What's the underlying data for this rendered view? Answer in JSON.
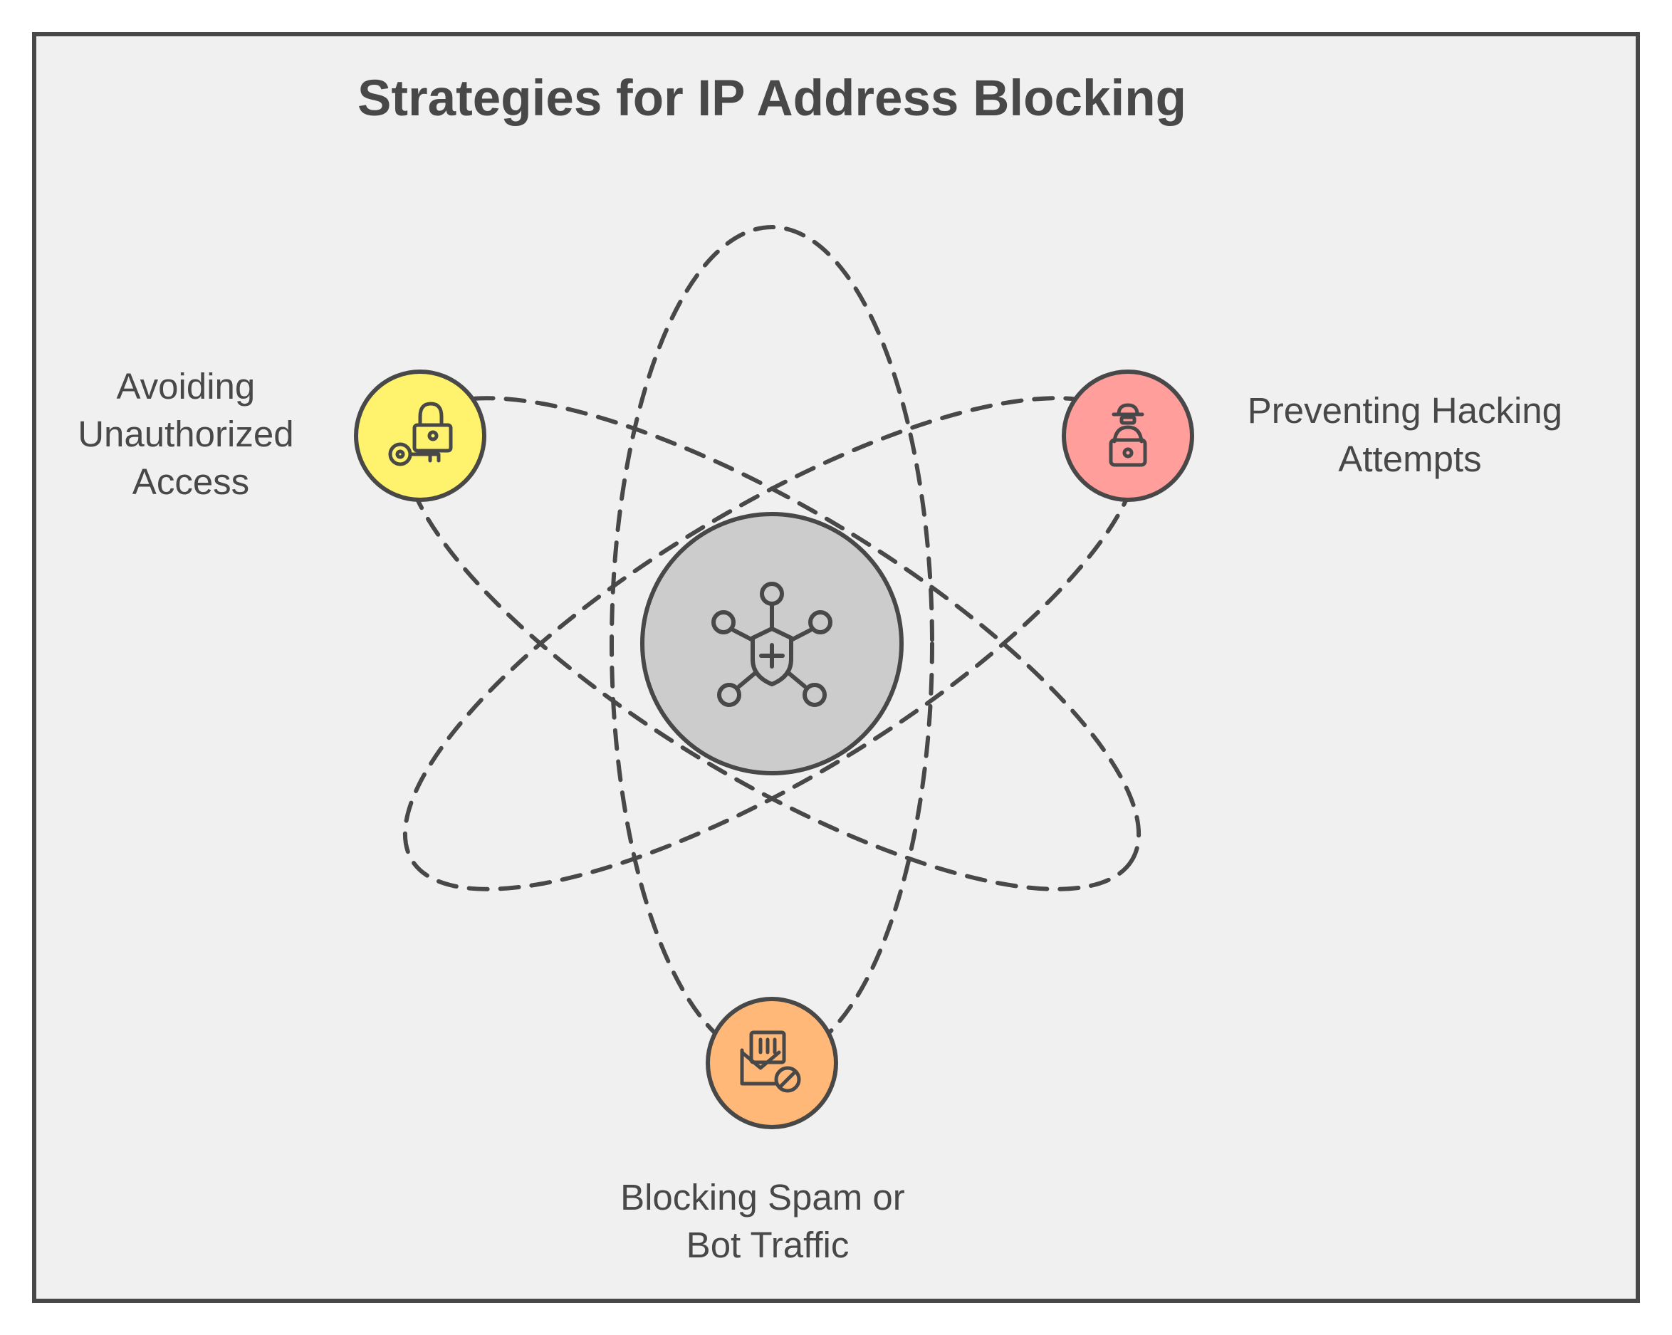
{
  "diagram": {
    "title": "Strategies for IP Address Blocking",
    "center": {
      "icon": "shield-network-icon",
      "color": "#CCCCCC"
    },
    "nodes": [
      {
        "id": "unauthorized-access",
        "label_lines": [
          "Avoiding",
          "Unauthorized",
          "Access"
        ],
        "icon": "padlock-key-icon",
        "color": "#FFF36D"
      },
      {
        "id": "hacking-attempts",
        "label_lines": [
          "Preventing Hacking",
          "Attempts"
        ],
        "icon": "hacker-laptop-icon",
        "color": "#FF9E9B"
      },
      {
        "id": "spam-bot-traffic",
        "label_lines": [
          "Blocking Spam or",
          "Bot Traffic"
        ],
        "icon": "spam-bot-block-icon",
        "color": "#FFB878"
      }
    ],
    "colors": {
      "background": "#F0F0F0",
      "stroke": "#484848",
      "text": "#484848"
    }
  }
}
